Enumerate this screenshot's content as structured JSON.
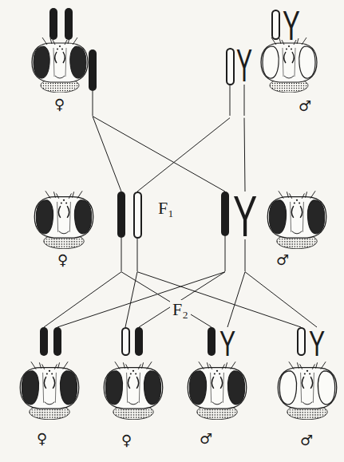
{
  "diagram": {
    "nodes": [
      {
        "text": [
          "♀"
        ]
      },
      {
        "text": [
          "♂"
        ]
      },
      {
        "text": [
          "♀"
        ]
      },
      {
        "text": [
          "♂"
        ]
      },
      {
        "text": [
          "♀"
        ]
      },
      {
        "text": [
          "♀"
        ]
      },
      {
        "text": [
          "♂"
        ]
      },
      {
        "text": [
          "♂"
        ]
      }
    ],
    "edges": [
      {
        "from": 0,
        "to": 2,
        "arrow": "none"
      },
      {
        "from": 0,
        "to": 3,
        "arrow": "none"
      },
      {
        "from": 1,
        "to": 2,
        "arrow": "none"
      },
      {
        "from": 1,
        "to": 3,
        "arrow": "none"
      },
      {
        "from": 2,
        "to": 4,
        "arrow": "none"
      },
      {
        "from": 2,
        "to": 5,
        "arrow": "none"
      },
      {
        "from": 2,
        "to": 6,
        "arrow": "none"
      },
      {
        "from": 2,
        "to": 7,
        "arrow": "none"
      },
      {
        "from": 3,
        "to": 4,
        "arrow": "none"
      },
      {
        "from": 3,
        "to": 5,
        "arrow": "none"
      },
      {
        "from": 3,
        "to": 6,
        "arrow": "none"
      },
      {
        "from": 3,
        "to": 7,
        "arrow": "none"
      }
    ],
    "labels": [
      "Y",
      "Y",
      "F₁",
      "Y",
      "F₂",
      "Y",
      "Y"
    ]
  }
}
